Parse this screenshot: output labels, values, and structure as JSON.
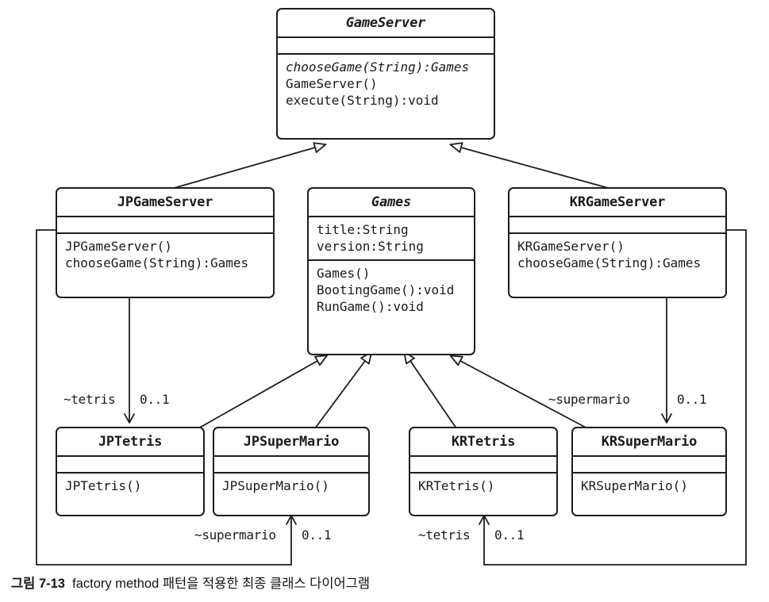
{
  "diagram": {
    "kind": "uml-class-diagram",
    "caption_number": "그림 7-13",
    "caption_text": "factory method 패턴을 적용한 최종 클래스 다이어그램",
    "line_color": "#1d1d1d",
    "background_color": "#ffffff"
  },
  "classes": {
    "game_server": {
      "name": "GameServer",
      "abstract": true,
      "attributes": [],
      "operations": [
        {
          "text": "chooseGame(String):Games",
          "abstract": true
        },
        {
          "text": "GameServer()",
          "abstract": false
        },
        {
          "text": "execute(String):void",
          "abstract": false
        }
      ]
    },
    "jp_game_server": {
      "name": "JPGameServer",
      "abstract": false,
      "attributes": [],
      "operations": [
        {
          "text": "JPGameServer()",
          "abstract": false
        },
        {
          "text": "chooseGame(String):Games",
          "abstract": false
        }
      ]
    },
    "games": {
      "name": "Games",
      "abstract": true,
      "attributes": [
        {
          "text": "title:String"
        },
        {
          "text": "version:String"
        }
      ],
      "operations": [
        {
          "text": "Games()",
          "abstract": false
        },
        {
          "text": "BootingGame():void",
          "abstract": false
        },
        {
          "text": "RunGame():void",
          "abstract": false
        }
      ]
    },
    "kr_game_server": {
      "name": "KRGameServer",
      "abstract": false,
      "attributes": [],
      "operations": [
        {
          "text": "KRGameServer()",
          "abstract": false
        },
        {
          "text": "chooseGame(String):Games",
          "abstract": false
        }
      ]
    },
    "jp_tetris": {
      "name": "JPTetris",
      "abstract": false,
      "attributes": [],
      "operations": [
        {
          "text": "JPTetris()",
          "abstract": false
        }
      ]
    },
    "jp_super_mario": {
      "name": "JPSuperMario",
      "abstract": false,
      "attributes": [],
      "operations": [
        {
          "text": "JPSuperMario()",
          "abstract": false
        }
      ]
    },
    "kr_tetris": {
      "name": "KRTetris",
      "abstract": false,
      "attributes": [],
      "operations": [
        {
          "text": "KRTetris()",
          "abstract": false
        }
      ]
    },
    "kr_super_mario": {
      "name": "KRSuperMario",
      "abstract": false,
      "attributes": [],
      "operations": [
        {
          "text": "KRSuperMario()",
          "abstract": false
        }
      ]
    }
  },
  "generalizations": [
    {
      "from": "JPGameServer",
      "to": "GameServer"
    },
    {
      "from": "KRGameServer",
      "to": "GameServer"
    },
    {
      "from": "JPTetris",
      "to": "Games"
    },
    {
      "from": "JPSuperMario",
      "to": "Games"
    },
    {
      "from": "KRTetris",
      "to": "Games"
    },
    {
      "from": "KRSuperMario",
      "to": "Games"
    }
  ],
  "associations": [
    {
      "from": "JPGameServer",
      "to": "JPTetris",
      "role": "~tetris",
      "multiplicity": "0..1"
    },
    {
      "from": "JPGameServer",
      "to": "JPSuperMario",
      "role": "~supermario",
      "multiplicity": "0..1"
    },
    {
      "from": "KRGameServer",
      "to": "KRSuperMario",
      "role": "~supermario",
      "multiplicity": "0..1"
    },
    {
      "from": "KRGameServer",
      "to": "KRTetris",
      "role": "~tetris",
      "multiplicity": "0..1"
    }
  ],
  "edge_labels": {
    "jp_tetris_role": "~tetris",
    "jp_tetris_mult": "0..1",
    "jp_supermario_role": "~supermario",
    "jp_supermario_mult": "0..1",
    "kr_supermario_role": "~supermario",
    "kr_supermario_mult": "0..1",
    "kr_tetris_role": "~tetris",
    "kr_tetris_mult": "0..1"
  }
}
